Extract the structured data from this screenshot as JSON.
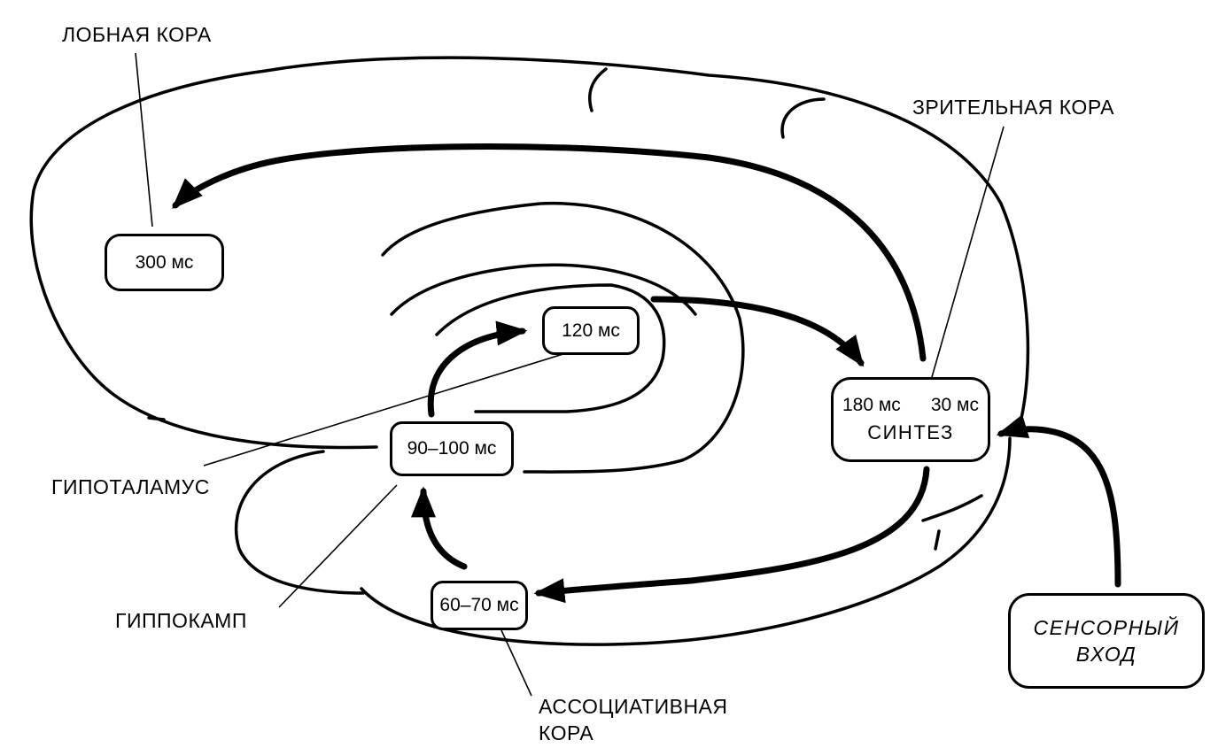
{
  "labels": {
    "frontal_cortex": "ЛОБНАЯ КОРА",
    "visual_cortex": "ЗРИТЕЛЬНАЯ КОРА",
    "hypothalamus": "ГИПОТАЛАМУС",
    "hippocampus": "ГИППОКАМП",
    "associative_cortex_line1": "АССОЦИАТИВНАЯ",
    "associative_cortex_line2": "КОРА"
  },
  "nodes": {
    "frontal": "300 мс",
    "n120": "120 мс",
    "n90": "90–100 мс",
    "n60": "60–70 мс",
    "visual_time1": "180 мс",
    "visual_time2": "30 мс",
    "synthesis": "СИНТЕЗ",
    "sensor_line1": "СЕНСОРНЫЙ",
    "sensor_line2": "ВХОД"
  }
}
